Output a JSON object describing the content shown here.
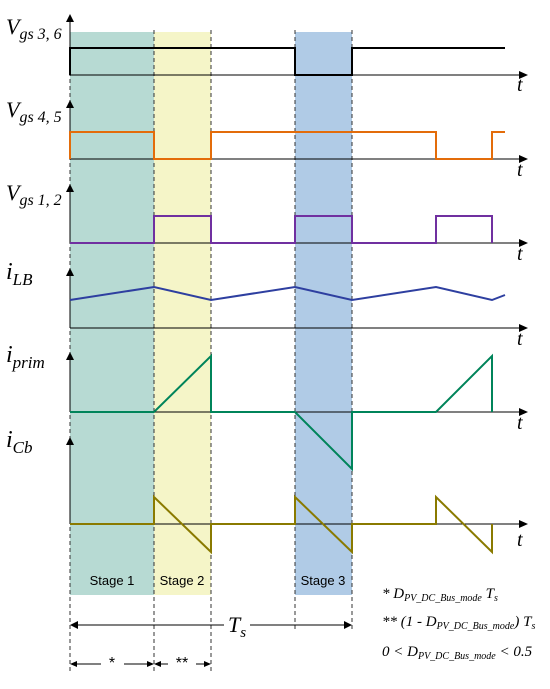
{
  "signals": [
    {
      "id": "vgs36",
      "main": "V",
      "sub": "gs 3, 6",
      "color": "#000000"
    },
    {
      "id": "vgs45",
      "main": "V",
      "sub": "gs 4, 5",
      "color": "#e36c0a"
    },
    {
      "id": "vgs12",
      "main": "V",
      "sub": "gs 1, 2",
      "color": "#7030a0"
    },
    {
      "id": "ilb",
      "main": "i",
      "sub": "LB",
      "color": "#2e3fa0"
    },
    {
      "id": "iprim",
      "main": "i",
      "sub": "prim",
      "color": "#00845a"
    },
    {
      "id": "icb",
      "main": "i",
      "sub": "Cb",
      "color": "#8a7a00"
    }
  ],
  "axis_label": "t",
  "stages": [
    {
      "label": "Stage 1",
      "color": "#b7dad3"
    },
    {
      "label": "Stage 2",
      "color": "#f5f5c8"
    },
    {
      "label": "Stage 3",
      "color": "#b0cbe6"
    }
  ],
  "period": {
    "main": "T",
    "sub": "s"
  },
  "interval_marks": [
    "*",
    "**"
  ],
  "notes": {
    "note1": {
      "prefix": "* D",
      "sub": "PV_DC_Bus_mode",
      "suffix": " T",
      "suffix_sub": "s"
    },
    "note2": {
      "prefix": "** (1 - D",
      "sub": "PV_DC_Bus_mode",
      "suffix": ") T",
      "suffix_sub": "s"
    },
    "note3": {
      "prefix": "0 < D",
      "sub": "PV_DC_Bus_mode",
      "suffix": " < 0.5"
    }
  }
}
